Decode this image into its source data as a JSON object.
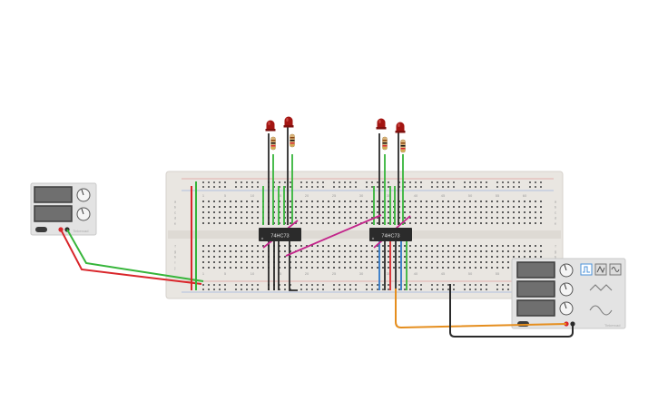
{
  "chips": [
    {
      "id": "chip-1",
      "label": "74HC73"
    },
    {
      "id": "chip-2",
      "label": "74HC73"
    }
  ],
  "breadboard": {
    "column_numbers": [
      "1",
      "5",
      "10",
      "15",
      "20",
      "25",
      "30",
      "35",
      "40",
      "45",
      "50",
      "55",
      "60"
    ],
    "row_letters_top": [
      "a",
      "b",
      "c",
      "d",
      "e"
    ],
    "row_letters_bottom": [
      "f",
      "g",
      "h",
      "i",
      "j"
    ]
  },
  "power_supply": {
    "brand": "Tinkercad"
  },
  "function_generator": {
    "brand": "Tinkercad"
  },
  "colors": {
    "wire_red": "#d9262b",
    "wire_green": "#36b53a",
    "wire_black": "#2a2a2a",
    "wire_blue": "#2f78c8",
    "wire_orange": "#e58e1e",
    "wire_magenta": "#c2248a",
    "led_red": "#a31512",
    "breadboard": "#e9e6e1",
    "instrument": "#e3e3e3"
  },
  "icons": [
    "square-wave-icon",
    "triangle-wave-icon",
    "sine-wave-icon"
  ]
}
